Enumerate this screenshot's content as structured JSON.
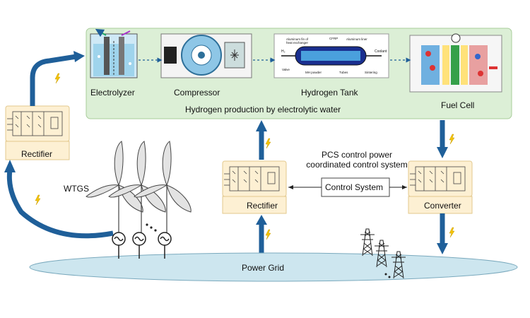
{
  "labels": {
    "electrolyzer": "Electrolyzer",
    "compressor": "Compressor",
    "hydrogen_tank": "Hydrogen Tank",
    "fuel_cell": "Fuel Cell",
    "production_panel": "Hydrogen production by electrolytic water",
    "rectifier_left": "Rectifier",
    "rectifier_center": "Rectifier",
    "converter": "Converter",
    "control_system": "Control System",
    "pcs_line1": "PCS control power",
    "pcs_line2": "coordinated control system",
    "wtgs": "WTGS",
    "power_grid": "Power Grid"
  },
  "tank_detail": {
    "top_left": "Aluminum fin of",
    "top_left2": "heat exchanger",
    "cfrp": "CFRP",
    "liner": "Aluminum liner",
    "h2": "H₂",
    "coolant": "Coolant",
    "valve": "Valve",
    "mh": "MH powder",
    "tubes": "Tubes",
    "sintering": "Sintering"
  },
  "colors": {
    "panel_fill": "#dcefd6",
    "panel_stroke": "#a9cc9b",
    "module_fill": "#fdf0d3",
    "module_stroke": "#e3c98e",
    "arrow_blue": "#1f5f99",
    "grid_fill": "#cde6ef",
    "grid_stroke": "#7aa9bd",
    "lightning": "#f5c400"
  }
}
